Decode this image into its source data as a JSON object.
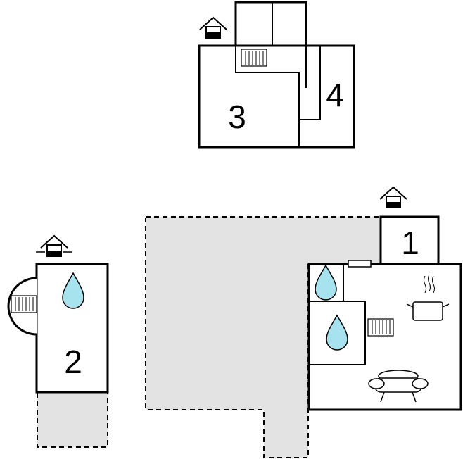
{
  "rooms": [
    {
      "label": "1"
    },
    {
      "label": "2"
    },
    {
      "label": "3"
    },
    {
      "label": "4"
    }
  ],
  "colors": {
    "wall": "#000000",
    "terrace": "#e3e3e3",
    "water": "#a6e3ee",
    "background": "#ffffff"
  },
  "icons": [
    "entrance-icon",
    "radiator-icon",
    "water-drop-icon",
    "cooking-pot-icon",
    "sofa-icon",
    "window-icon"
  ]
}
